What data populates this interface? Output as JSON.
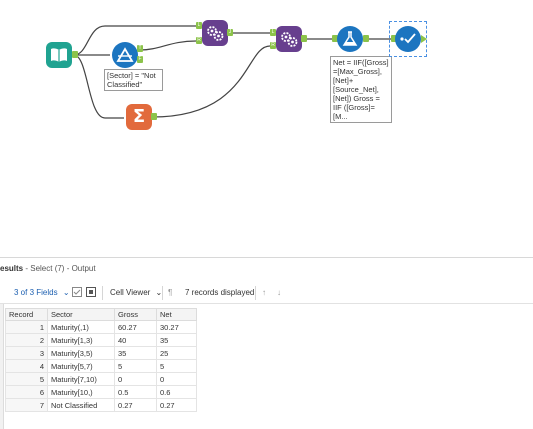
{
  "canvas": {
    "filter_annotation": "[Sector] = \"Not Classified\"",
    "formula_annotation": "Net = IIF([Gross] =[Max_Gross], [Net]+ [Source_Net], [Net]) Gross = IIF ([Gross]=[M...",
    "filter_true_anchor": "T",
    "filter_false_anchor": "F",
    "union_input_anchor_1": "1",
    "union_input_anchor_2": "2",
    "join_input_anchor_l": "L",
    "join_input_anchor_r": "R",
    "join_output_anchor": "J",
    "colors": {
      "input": "#20a391",
      "filter": "#1c75c0",
      "join": "#673f8e",
      "summarize": "#e26a3c",
      "formula": "#1c75c0",
      "select": "#1c75c0",
      "connector": "#444444",
      "anchor": "#8cc34a"
    }
  },
  "results": {
    "title_prefix": "esults",
    "title_detail": " - Select (7) - Output",
    "fields_label": "3 of 3 Fields",
    "cell_viewer_label": "Cell Viewer",
    "records_label": "7 records displayed",
    "columns": [
      "Record",
      "Sector",
      "Gross",
      "Net"
    ],
    "rows": [
      [
        "1",
        "Maturity(,1)",
        "60.27",
        "30.27"
      ],
      [
        "2",
        "Maturity[1,3)",
        "40",
        "35"
      ],
      [
        "3",
        "Maturity[3,5)",
        "35",
        "25"
      ],
      [
        "4",
        "Maturity[5,7)",
        "5",
        "5"
      ],
      [
        "5",
        "Maturity[7,10)",
        "0",
        "0"
      ],
      [
        "6",
        "Maturity[10,)",
        "0.5",
        "0.6"
      ],
      [
        "7",
        "Not Classified",
        "0.27",
        "0.27"
      ]
    ]
  }
}
